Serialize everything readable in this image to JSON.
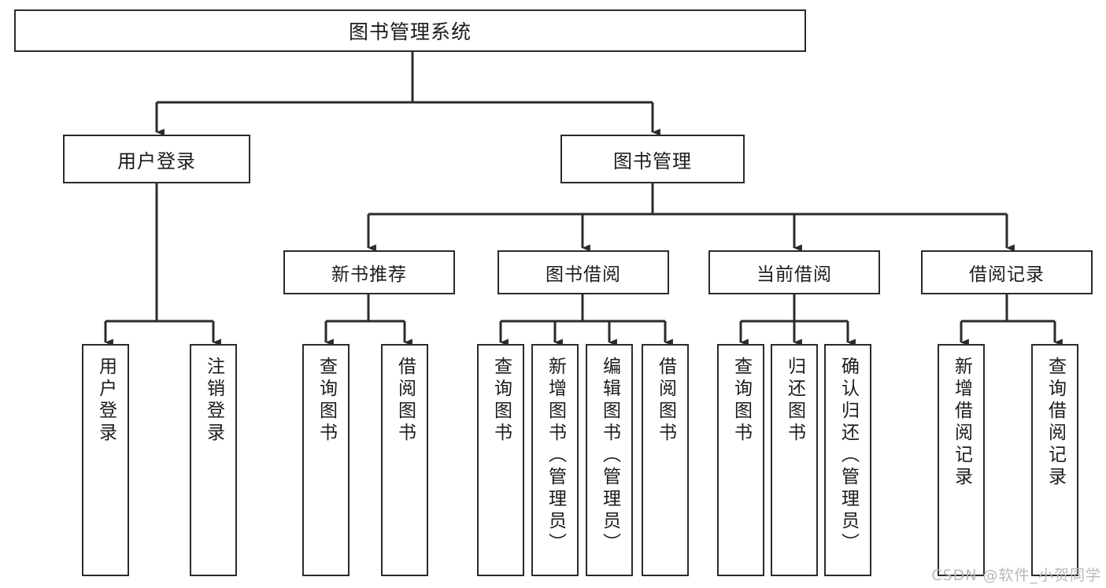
{
  "diagram": {
    "title": "图书管理系统",
    "type": "tree",
    "watermark": "CSDN @软件_小贺同学",
    "colors": {
      "box_border": "#2b2b2b",
      "box_fill": "#ffffff",
      "edge": "#2b2b2b",
      "text": "#1c1c1c",
      "watermark": "#b9b9b9",
      "background": "#ffffff"
    },
    "root": {
      "label": "图书管理系统"
    },
    "level1": [
      {
        "label": "用户登录"
      },
      {
        "label": "图书管理"
      }
    ],
    "level2": [
      {
        "label": "新书推荐"
      },
      {
        "label": "图书借阅"
      },
      {
        "label": "当前借阅"
      },
      {
        "label": "借阅记录"
      }
    ],
    "leaves": {
      "user_login": [
        {
          "label": "用户登录"
        },
        {
          "label": "注销登录"
        }
      ],
      "new_book_recommend": [
        {
          "label": "查询图书"
        },
        {
          "label": "借阅图书"
        }
      ],
      "book_borrow": [
        {
          "label": "查询图书"
        },
        {
          "label": "新增图书（管理员）"
        },
        {
          "label": "编辑图书（管理员）"
        },
        {
          "label": "借阅图书"
        }
      ],
      "current_borrow": [
        {
          "label": "查询图书"
        },
        {
          "label": "归还图书"
        },
        {
          "label": "确认归还（管理员）"
        }
      ],
      "borrow_record": [
        {
          "label": "新增借阅记录"
        },
        {
          "label": "查询借阅记录"
        }
      ]
    }
  }
}
